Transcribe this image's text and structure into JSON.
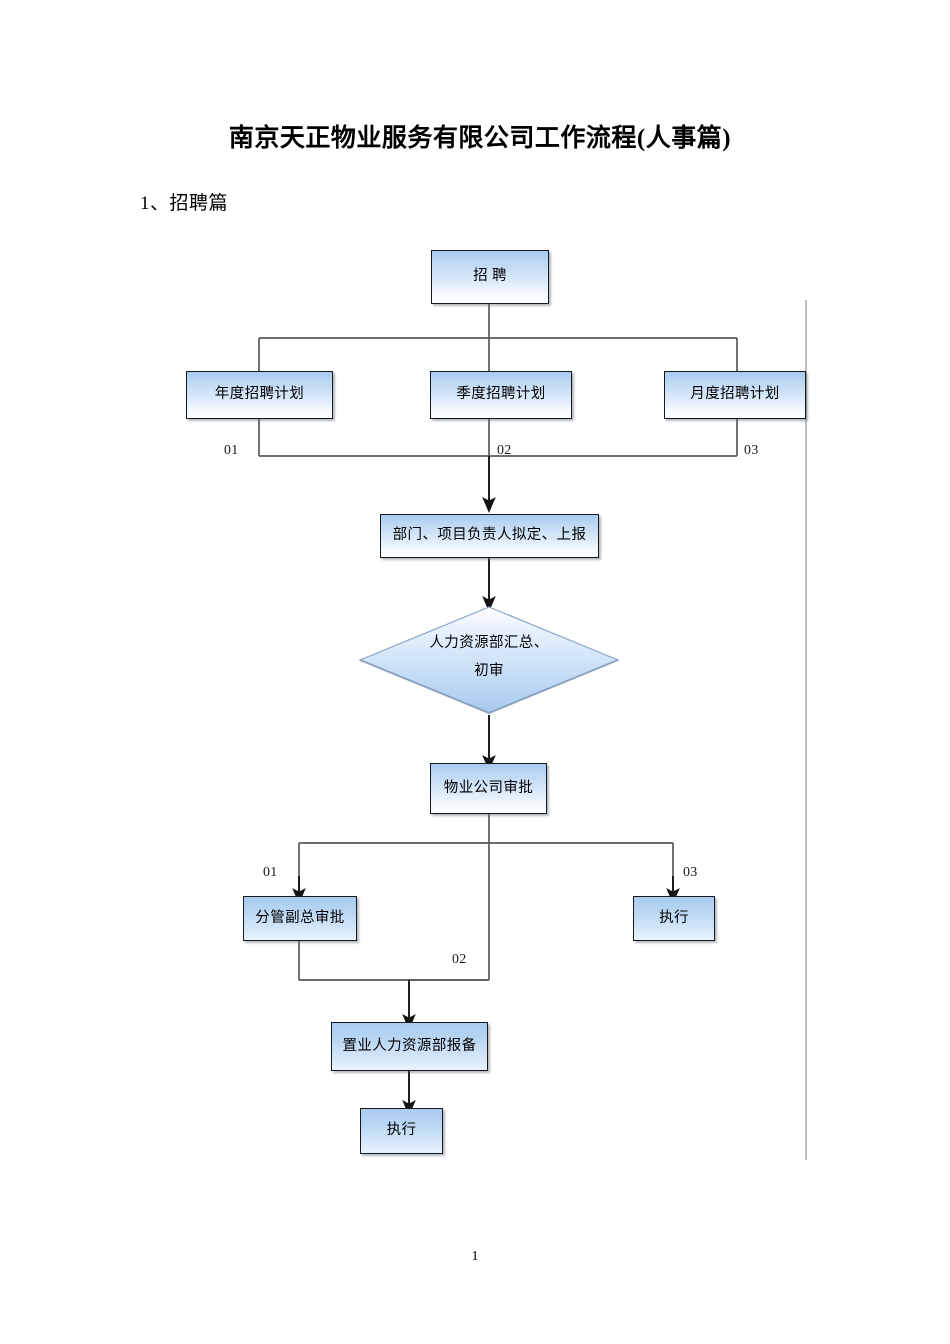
{
  "document": {
    "title": "南京天正物业服务有限公司工作流程(人事篇)",
    "section_heading": "1、招聘篇",
    "page_number": "1"
  },
  "diagram": {
    "type": "flowchart",
    "orientation": "top-down",
    "nodes": {
      "recruitment": "招  聘",
      "annual_plan": "年度招聘计划",
      "quarterly_plan": "季度招聘计划",
      "monthly_plan": "月度招聘计划",
      "department_draft": "部门、项目负责人拟定、上报",
      "hr_review_line1": "人力资源部汇总、",
      "hr_review_line2": "初审",
      "property_approval": "物业公司审批",
      "vp_approval": "分管副总审批",
      "execute_right": "执行",
      "hr_filing": "置业人力资源部报备",
      "execute_bottom": "执行"
    },
    "branch_labels": {
      "plan_01": "01",
      "plan_02": "02",
      "plan_03": "03",
      "approval_01": "01",
      "approval_02": "02",
      "approval_03": "03"
    },
    "colors": {
      "node_fill_top": "#a8caf0",
      "node_fill_bottom": "#ffffff",
      "node_border": "#15181c",
      "connector": "#59595b",
      "connector_dark": "#1a1a1a",
      "frame_line": "#b9bcc0"
    }
  }
}
